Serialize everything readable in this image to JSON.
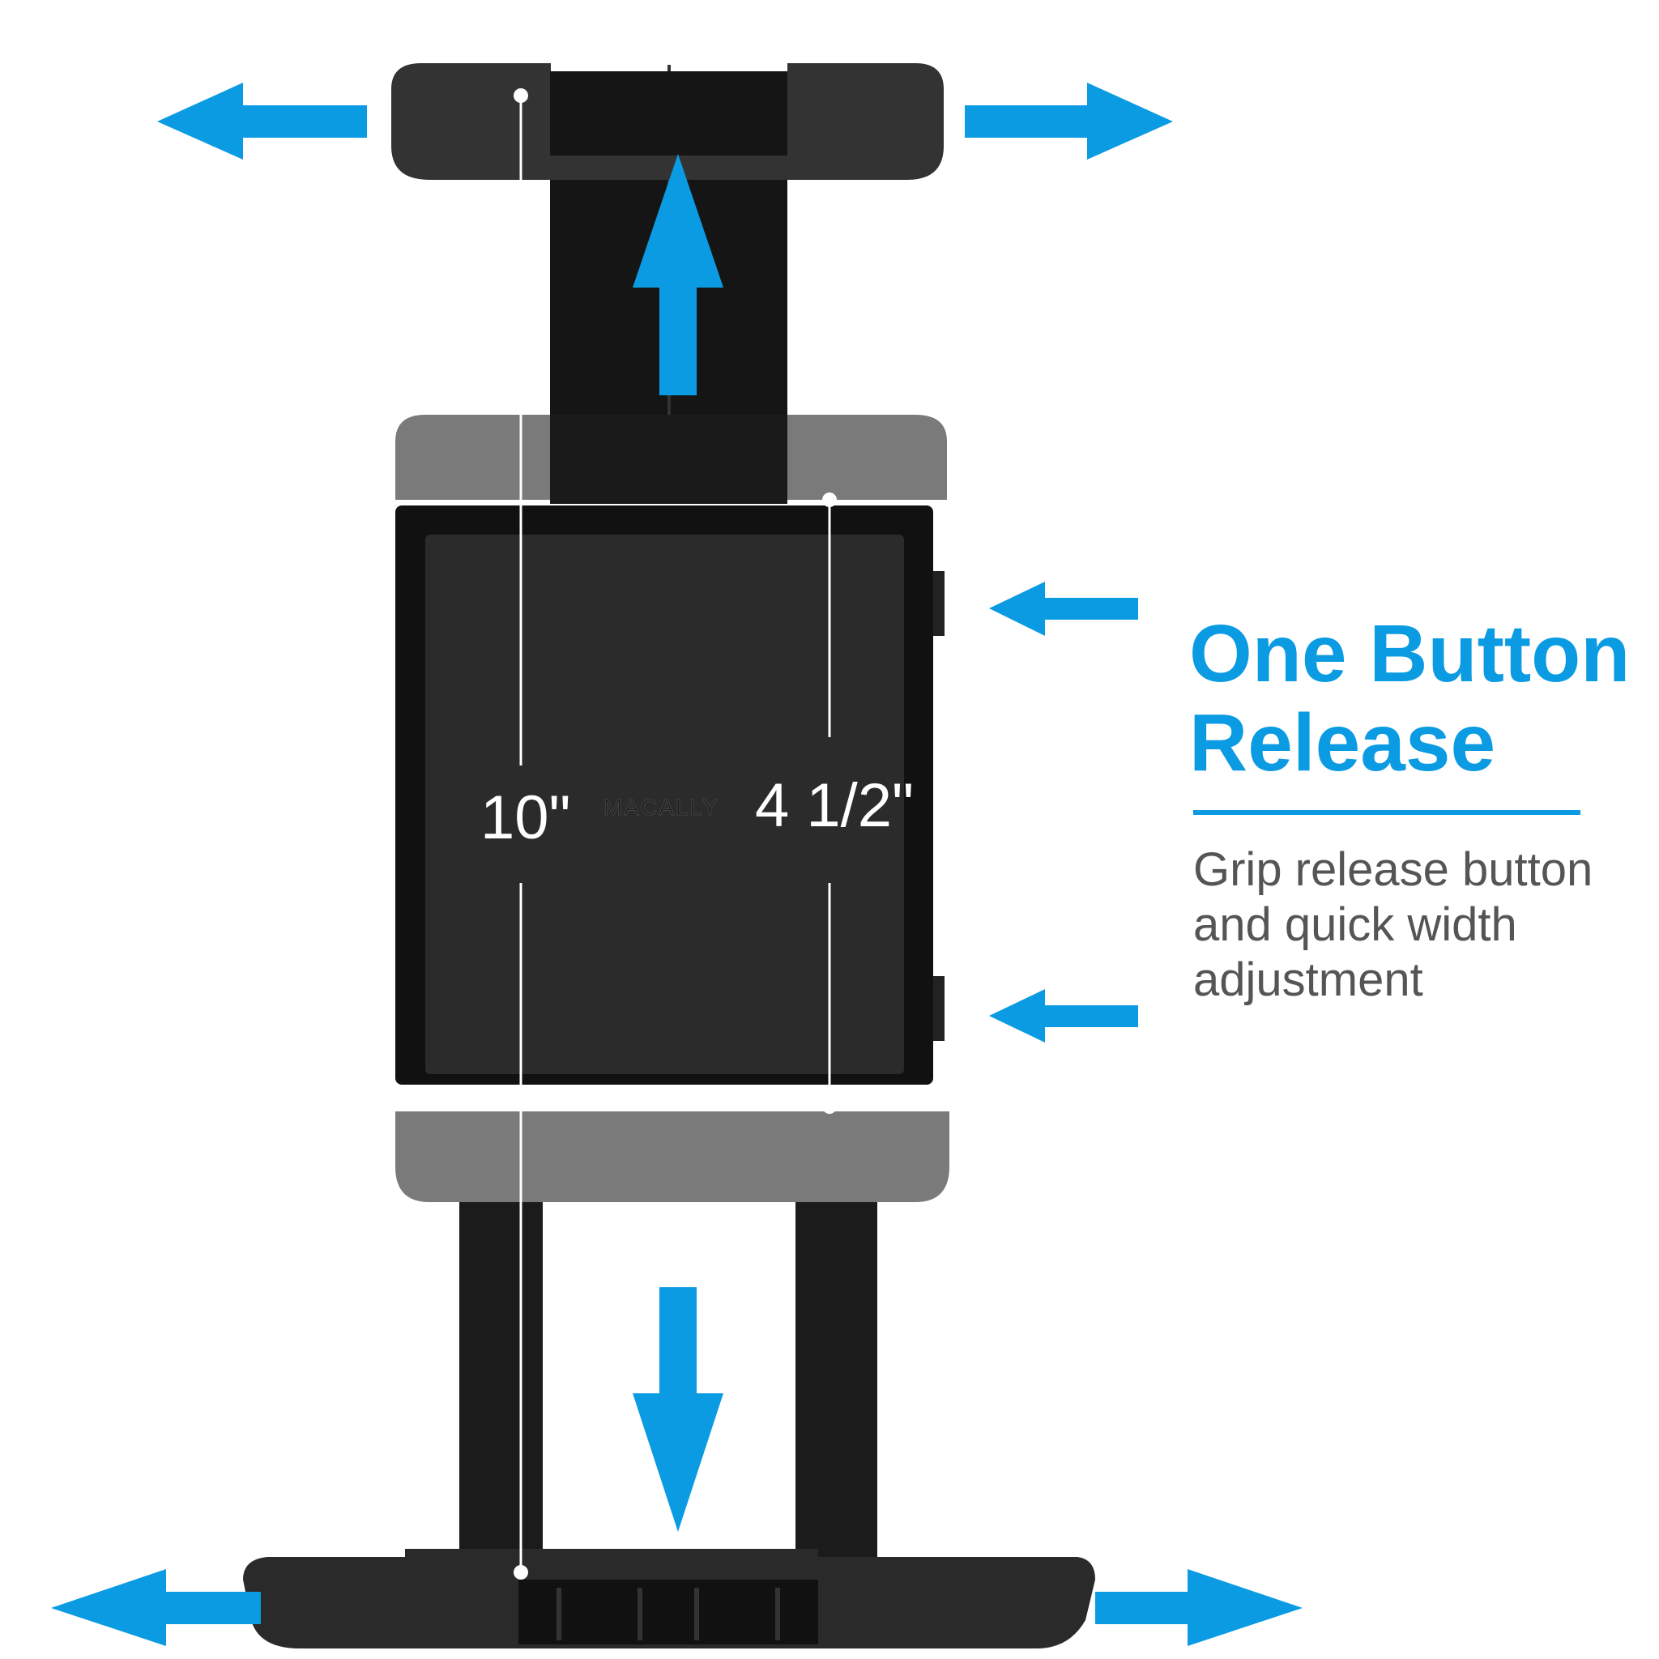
{
  "feature": {
    "title_line1": "One Button",
    "title_line2": "Release",
    "description_lines": [
      "Grip release button",
      "and quick width",
      "adjustment"
    ]
  },
  "dimensions": {
    "max_height": "10\"",
    "min_height": "4 1/2\""
  },
  "brand_logo": "MACALLY",
  "colors": {
    "accent": "#0b9be3",
    "description_text": "#555555",
    "product": "#1c1c1c"
  }
}
